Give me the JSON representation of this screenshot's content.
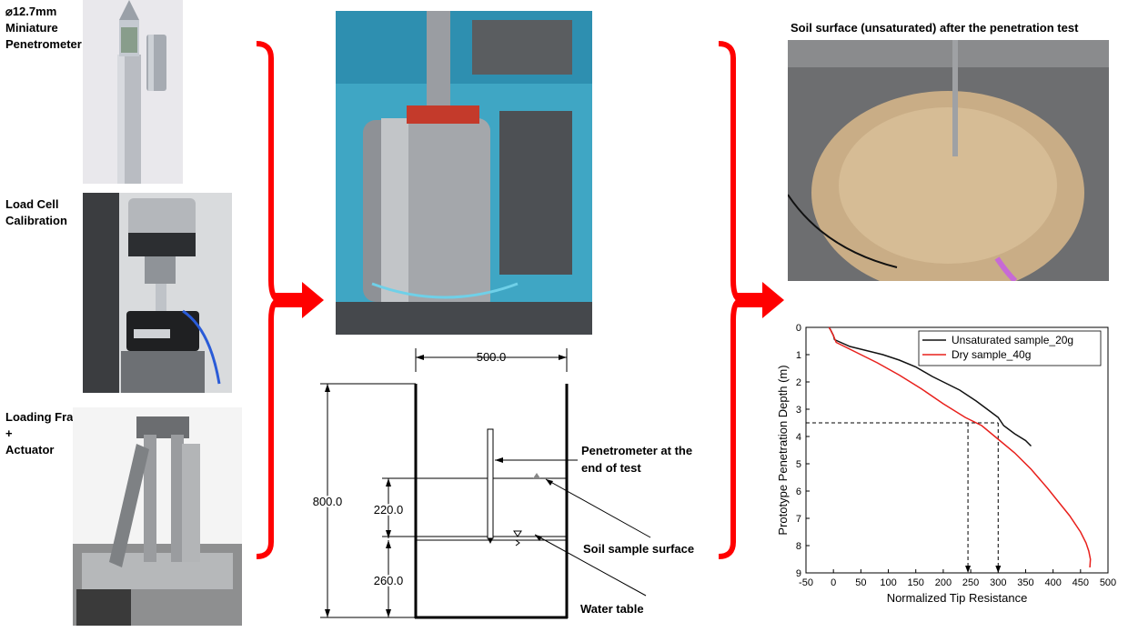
{
  "photos": {
    "penetrometer": {
      "label_line1": "⌀12.7mm",
      "label_line2": "Miniature",
      "label_line3": "Penetrometer"
    },
    "load_cell": {
      "label_line1": "Load Cell",
      "label_line2": "Calibration"
    },
    "loading_frame": {
      "label_line1": "Loading Frame",
      "label_line2": "+",
      "label_line3": "Actuator"
    },
    "soil_surface": {
      "caption": "Soil surface (unsaturated) after the penetration test"
    }
  },
  "schematic": {
    "width_dim": "500.0",
    "height_dim": "800.0",
    "upper_dim": "220.0",
    "lower_dim": "260.0",
    "penetrometer_note_line1": "Penetrometer at the",
    "penetrometer_note_line2": "end of test",
    "soil_surface_note": "Soil sample surface",
    "water_table_note": "Water table"
  },
  "colors": {
    "brace": "#ff0000",
    "arrow": "#ff0000",
    "dry": "#e8201c",
    "unsat": "#111111"
  },
  "chart_data": {
    "type": "line",
    "xlabel": "Normalized Tip Resistance",
    "ylabel": "Prototype Penetration Depth (m)",
    "xlim": [
      -50,
      500
    ],
    "ylim": [
      9,
      0
    ],
    "xticks": [
      "-50",
      "0",
      "50",
      "100",
      "150",
      "200",
      "250",
      "300",
      "350",
      "400",
      "450",
      "500"
    ],
    "yticks": [
      "0",
      "1",
      "2",
      "3",
      "4",
      "5",
      "6",
      "7",
      "8",
      "9"
    ],
    "legend_position": "top-right",
    "series": [
      {
        "name": "Unsaturated sample_20g",
        "color": "#111111",
        "x": [
          -8,
          -5,
          0,
          2,
          30,
          60,
          90,
          120,
          150,
          180,
          200,
          230,
          260,
          280,
          300,
          310,
          330,
          350,
          360
        ],
        "y": [
          0,
          0.1,
          0.3,
          0.45,
          0.7,
          0.85,
          1.0,
          1.2,
          1.45,
          1.8,
          2.0,
          2.3,
          2.7,
          3.0,
          3.3,
          3.6,
          3.9,
          4.15,
          4.35
        ]
      },
      {
        "name": "Dry sample_40g",
        "color": "#e8201c",
        "x": [
          -8,
          -5,
          0,
          5,
          40,
          80,
          120,
          160,
          200,
          240,
          270,
          300,
          330,
          360,
          390,
          410,
          430,
          450,
          460,
          465,
          468,
          467
        ],
        "y": [
          0,
          0.1,
          0.3,
          0.55,
          0.9,
          1.3,
          1.75,
          2.25,
          2.8,
          3.3,
          3.6,
          4.1,
          4.6,
          5.2,
          5.9,
          6.4,
          6.9,
          7.5,
          7.9,
          8.2,
          8.5,
          8.8
        ]
      }
    ],
    "annotations": {
      "depth_line": 3.5,
      "markers": [
        {
          "x": 245,
          "label": ""
        },
        {
          "x": 300,
          "label": ""
        }
      ]
    }
  }
}
